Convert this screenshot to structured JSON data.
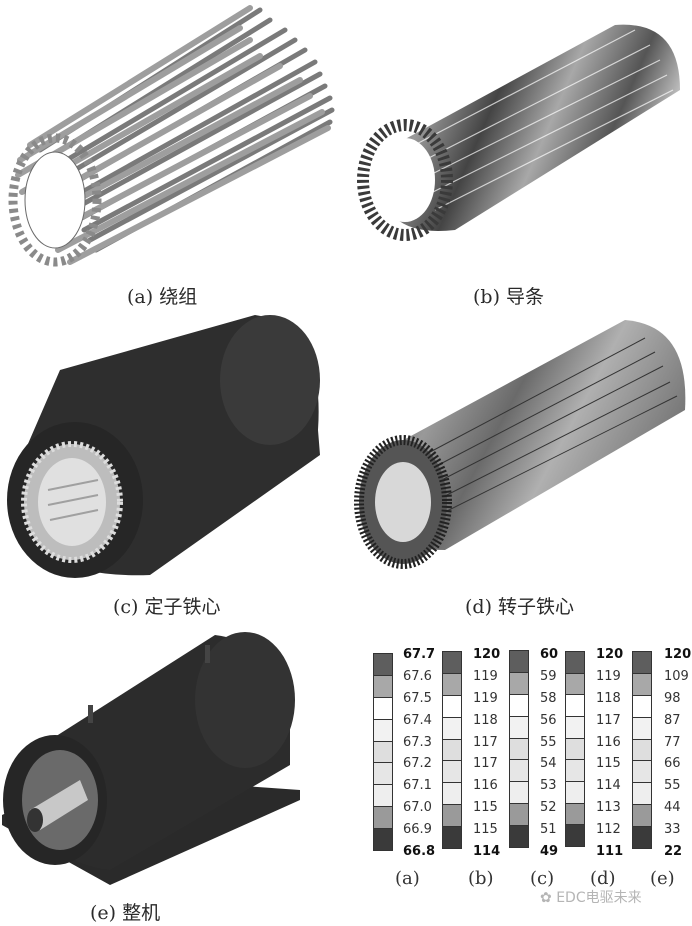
{
  "figure": {
    "panels": [
      {
        "id": "a",
        "caption": "(a) 绕组",
        "object": "winding"
      },
      {
        "id": "b",
        "caption": "(b) 导条",
        "object": "rotor-bars"
      },
      {
        "id": "c",
        "caption": "(c) 定子铁心",
        "object": "stator-core"
      },
      {
        "id": "d",
        "caption": "(d) 转子铁心",
        "object": "rotor-core"
      },
      {
        "id": "e",
        "caption": "(e) 整机",
        "object": "whole-machine"
      }
    ],
    "legends": [
      {
        "id": "a",
        "label": "(a)",
        "values": [
          "67.7",
          "67.6",
          "67.5",
          "67.4",
          "67.3",
          "67.2",
          "67.1",
          "67.0",
          "66.9",
          "66.8"
        ]
      },
      {
        "id": "b",
        "label": "(b)",
        "values": [
          "120",
          "119",
          "119",
          "118",
          "117",
          "117",
          "116",
          "115",
          "115",
          "114"
        ]
      },
      {
        "id": "c",
        "label": "(c)",
        "values": [
          "60",
          "59",
          "58",
          "56",
          "55",
          "54",
          "53",
          "52",
          "51",
          "49"
        ]
      },
      {
        "id": "d",
        "label": "(d)",
        "values": [
          "120",
          "119",
          "118",
          "117",
          "116",
          "115",
          "114",
          "113",
          "112",
          "111"
        ]
      },
      {
        "id": "e",
        "label": "(e)",
        "values": [
          "120",
          "109",
          "98",
          "87",
          "77",
          "66",
          "55",
          "44",
          "33",
          "22"
        ]
      }
    ],
    "legend_segment_colors": [
      "#5e5e5e",
      "#a8a8a8",
      "#ffffff",
      "#f2f2f2",
      "#dedede",
      "#e6e6e6",
      "#eeeeee",
      "#9a9a9a",
      "#3a3a3a"
    ],
    "watermark": "EDC电驱未来"
  }
}
